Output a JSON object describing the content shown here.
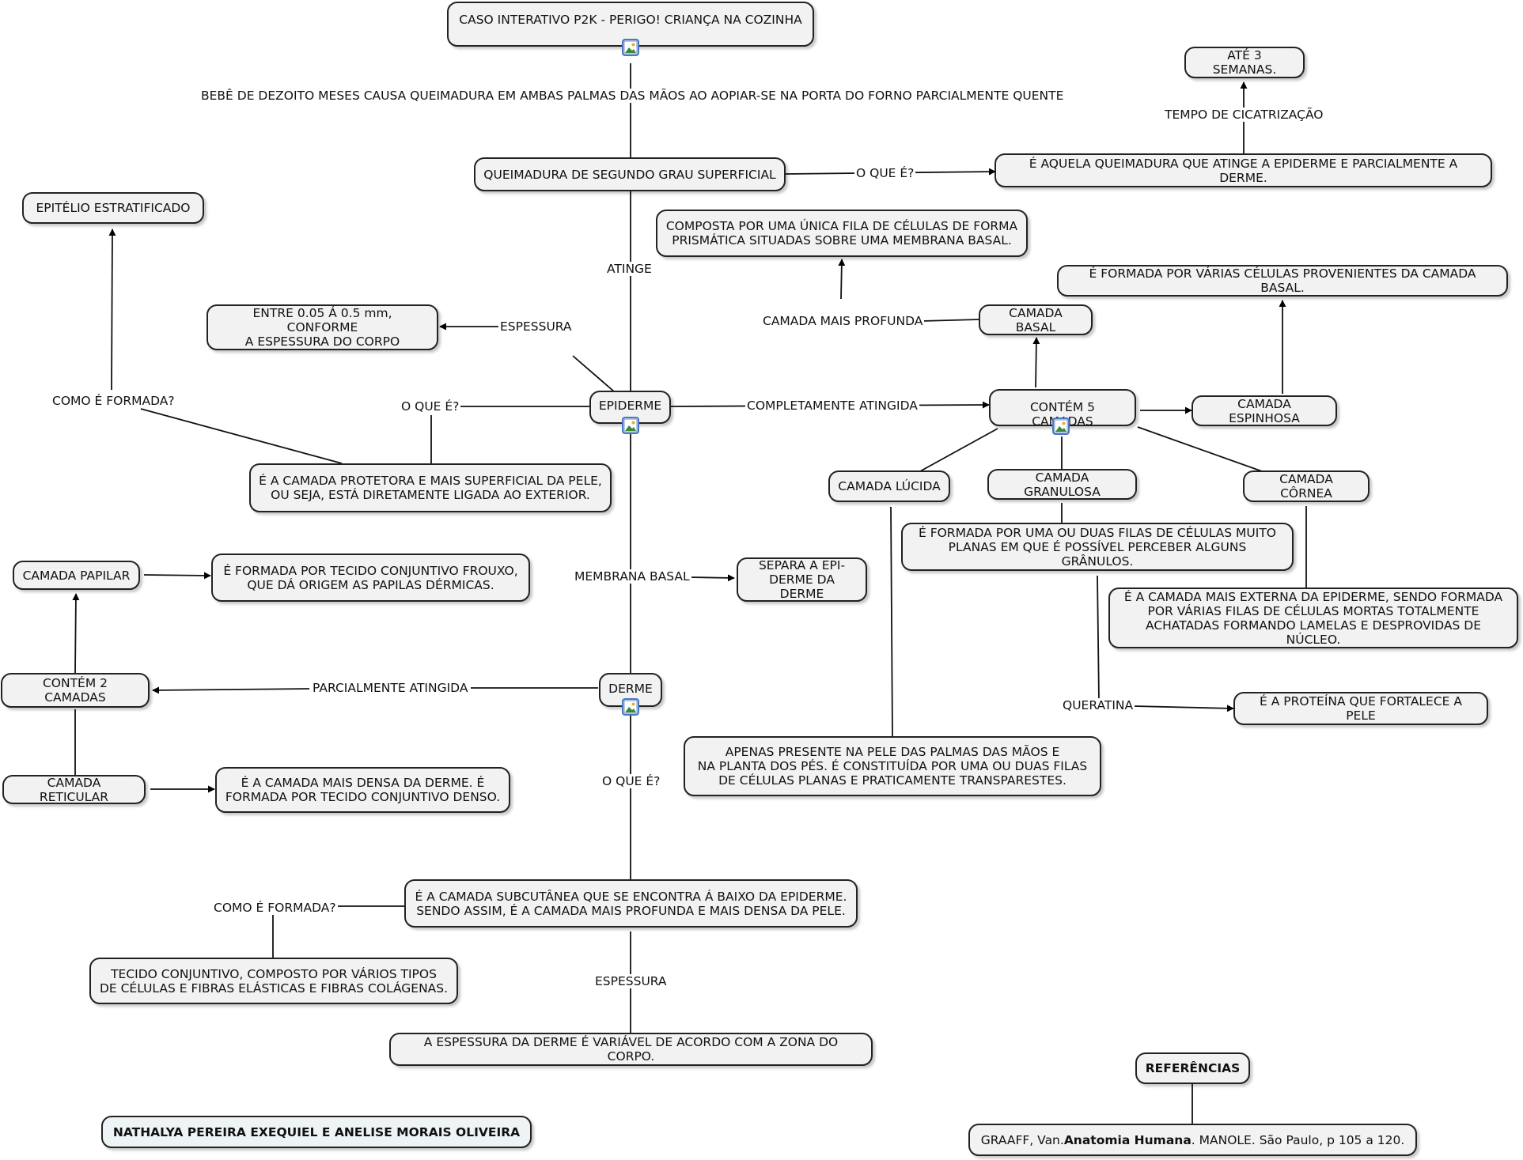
{
  "title_node": "CASO INTERATIVO P2K - PERIGO! CRIANÇA NA COZINHA",
  "case_description": "BEBÊ DE DEZOITO MESES CAUSA QUEIMADURA EM AMBAS PALMAS DAS MÃOS AO AOPIAR-SE NA PORTA DO FORNO PARCIALMENTE QUENTE",
  "burn_node": "QUEIMADURA DE SEGUNDO GRAU SUPERFICIAL",
  "burn_what_label": "O QUE É?",
  "burn_definition": "É AQUELA QUEIMADURA QUE ATINGE A EPIDERME E PARCIALMENTE A DERME.",
  "healing_label": "TEMPO DE CICATRIZAÇÃO",
  "healing_value": "ATÉ 3 SEMANAS.",
  "affects_label": "ATINGE",
  "epidermis": {
    "node": "EPIDERME",
    "thickness_label": "ESPESSURA",
    "thickness_value": "ENTRE 0.05 Á 0.5 mm, CONFORME\nA ESPESSURA DO CORPO",
    "what_label": "O QUE É?",
    "definition": "É A CAMADA PROTETORA E MAIS SUPERFICIAL DA PELE,\nOU SEJA, ESTÁ DIRETAMENTE LIGADA AO EXTERIOR.",
    "formed_label": "COMO É FORMADA?",
    "formed_value": "EPITÉLIO ESTRATIFICADO",
    "fully_label": "COMPLETAMENTE ATINGIDA",
    "layers_node": "CONTÉM 5 CAMADAS",
    "basal": {
      "node": "CAMADA BASAL",
      "deepest_label": "CAMADA MAIS PROFUNDA",
      "description": "COMPOSTA POR UMA ÚNICA FILA DE CÉLULAS DE FORMA\nPRISMÁTICA SITUADAS SOBRE UMA MEMBRANA BASAL."
    },
    "spinous": {
      "node": "CAMADA ESPINHOSA",
      "description": "É FORMADA POR VÁRIAS CÉLULAS PROVENIENTES DA CAMADA BASAL."
    },
    "lucid": {
      "node": "CAMADA LÚCIDA",
      "description": "APENAS PRESENTE NA PELE DAS PALMAS DAS MÃOS E\nNA PLANTA DOS PÉS. É CONSTITUÍDA POR UMA OU DUAS FILAS\nDE CÉLULAS PLANAS E PRATICAMENTE TRANSPARESTES."
    },
    "granular": {
      "node": "CAMADA GRANULOSA",
      "description": "É FORMADA POR UMA OU DUAS FILAS DE CÉLULAS MUITO\nPLANAS EM QUE É POSSÍVEL PERCEBER ALGUNS GRÂNULOS.",
      "keratin_label": "QUERATINA",
      "keratin_value": "É A PROTEÍNA QUE FORTALECE A PELE"
    },
    "corneal": {
      "node": "CAMADA CÔRNEA",
      "description": "É A CAMADA MAIS EXTERNA DA EPIDERME, SENDO FORMADA\nPOR VÁRIAS FILAS DE CÉLULAS MORTAS TOTALMENTE\nACHATADAS FORMANDO LAMELAS E DESPROVIDAS DE NÚCLEO."
    }
  },
  "membrane_label": "MEMBRANA BASAL",
  "membrane_value": "SEPARA A EPI-\nDERME DA DERME",
  "dermis": {
    "node": "DERME",
    "partial_label": "PARCIALMENTE ATINGIDA",
    "layers_node": "CONTÉM 2 CAMADAS",
    "papillary": {
      "node": "CAMADA PAPILAR",
      "description": "É FORMADA POR TECIDO CONJUNTIVO FROUXO,\nQUE DÁ ORIGEM AS PAPILAS DÉRMICAS."
    },
    "reticular": {
      "node": "CAMADA RETICULAR",
      "description": "É A CAMADA MAIS DENSA DA DERME. É\nFORMADA POR TECIDO CONJUNTIVO DENSO."
    },
    "what_label": "O QUE É?",
    "definition": "É A CAMADA SUBCUTÂNEA QUE SE ENCONTRA Á BAIXO DA EPIDERME.\nSENDO ASSIM, É A CAMADA MAIS PROFUNDA E MAIS DENSA DA PELE.",
    "formed_label": "COMO É FORMADA?",
    "formed_value": "TECIDO CONJUNTIVO, COMPOSTO POR VÁRIOS TIPOS\nDE CÉLULAS E FIBRAS ELÁSTICAS E FIBRAS COLÁGENAS.",
    "thickness_label": "ESPESSURA",
    "thickness_value": "A ESPESSURA DA DERME É VARIÁVEL DE ACORDO COM A ZONA DO CORPO."
  },
  "references": {
    "title": "REFERÊNCIAS",
    "prefix": "GRAAFF, Van. ",
    "book": "Anatomia Humana",
    "suffix": ". MANOLE. São Paulo, p 105 a 120."
  },
  "authors": "NATHALYA PEREIRA EXEQUIEL E ANELISE MORAIS OLIVEIRA"
}
